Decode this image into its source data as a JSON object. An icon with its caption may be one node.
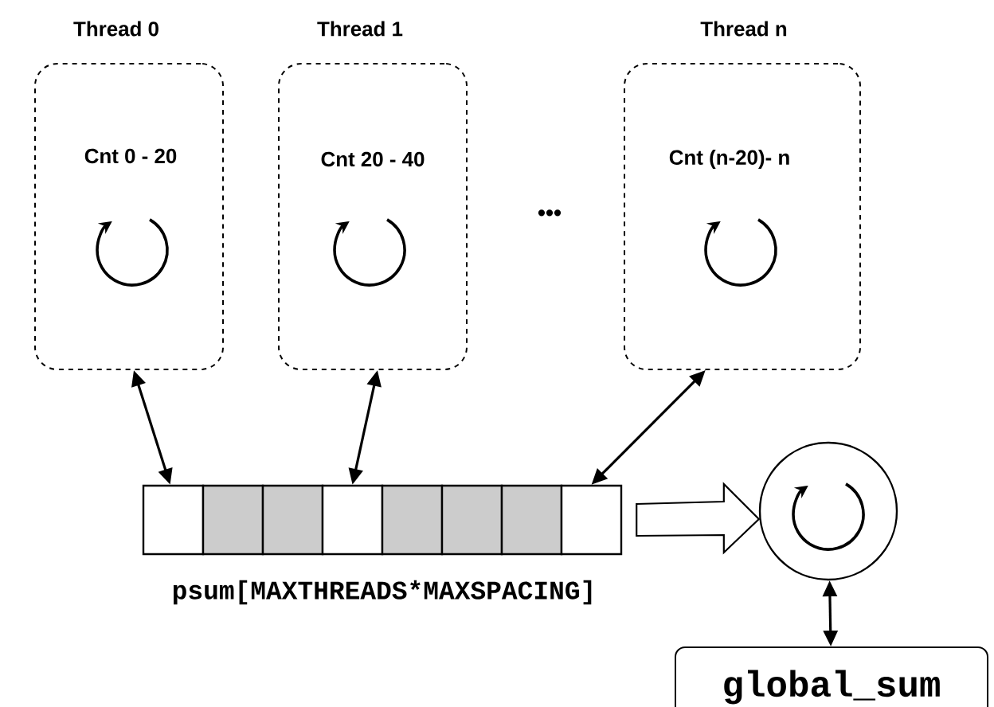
{
  "diagram": {
    "nodes": [
      {
        "text": [
          "Thread 0",
          "Cnt 0 - 20"
        ]
      },
      {
        "text": [
          "Thread 1",
          "Cnt 20 - 40"
        ]
      },
      {
        "text": [
          "Thread n",
          "Cnt (n-20)- n"
        ]
      },
      {
        "text": [],
        "shape": "box"
      },
      {
        "text": [],
        "shape": "box"
      },
      {
        "text": [],
        "shape": "box"
      },
      {
        "text": [],
        "shape": "box"
      },
      {
        "text": [],
        "shape": "box"
      },
      {
        "text": [],
        "shape": "box"
      },
      {
        "text": [],
        "shape": "box"
      },
      {
        "text": [],
        "shape": "box"
      },
      {
        "text": [],
        "shape": "circle"
      },
      {
        "text": [
          "global_sum"
        ]
      }
    ],
    "edges": [
      {
        "from": 0,
        "to": 3,
        "arrow": "both"
      },
      {
        "from": 1,
        "to": 6,
        "arrow": "both"
      },
      {
        "from": 2,
        "to": 10,
        "arrow": "both"
      },
      {
        "from": 10,
        "to": 11,
        "arrow": "to"
      },
      {
        "from": 11,
        "to": 12,
        "arrow": "both"
      }
    ],
    "labels": [
      "•••",
      "psum[MAXTHREADS*MAXSPACING]"
    ]
  }
}
